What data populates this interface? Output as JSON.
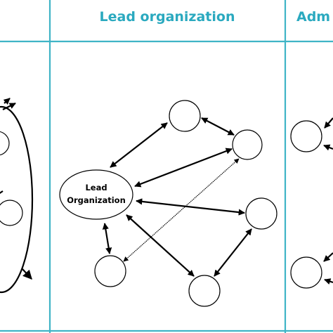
{
  "headers": {
    "middle": "Lead organization",
    "right": "Adm"
  },
  "lead_node": {
    "line1": "Lead",
    "line2": "Organization"
  },
  "colors": {
    "grid": "#3fb4c6",
    "header_text": "#2aa9bf",
    "ink": "#000000",
    "background": "#ffffff"
  }
}
